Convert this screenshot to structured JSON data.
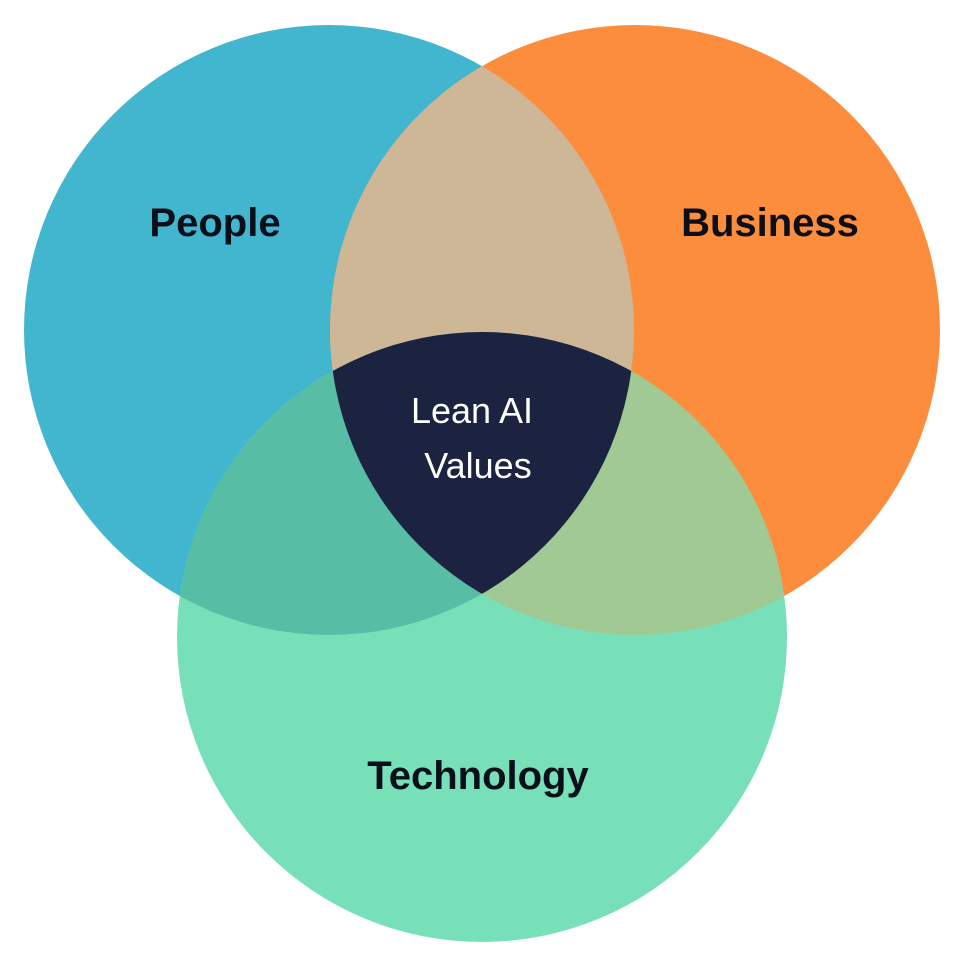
{
  "diagram": {
    "sets": [
      {
        "label": "People",
        "color": "#43b6cf"
      },
      {
        "label": "Business",
        "color": "#fc8d3d"
      },
      {
        "label": "Technology",
        "color": "#77e0b9"
      }
    ],
    "intersections": {
      "people_business": "#cdb797",
      "people_technology": "#57bea5",
      "business_technology": "#a0c993",
      "all": "#1b2340"
    },
    "center": {
      "line1": "Lean AI",
      "line2": "Values"
    }
  }
}
